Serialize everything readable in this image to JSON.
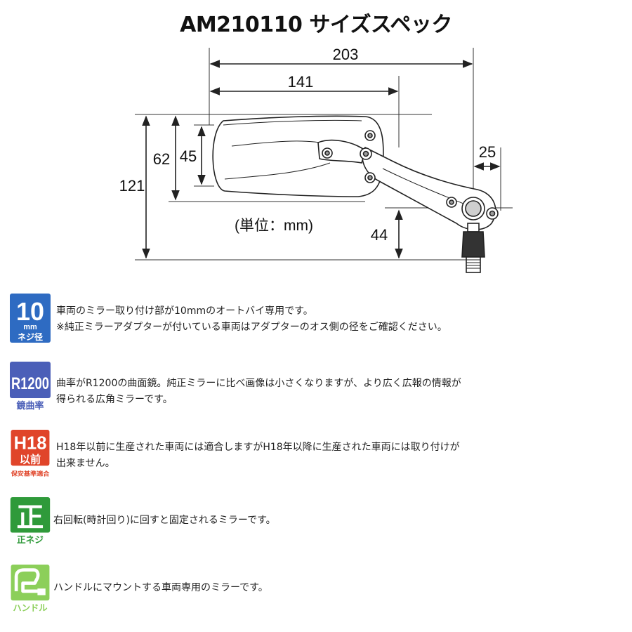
{
  "title": "AM210110 サイズスペック",
  "diagram": {
    "dimensions": {
      "overall_width": "203",
      "mirror_width": "141",
      "overall_height": "121",
      "mirror_height": "62",
      "mirror_inner_height": "45",
      "mount_offset": "25",
      "mount_height": "44"
    },
    "unit_label": "(単位：mm)"
  },
  "features": [
    {
      "icon": "thread-10mm-icon",
      "badge_top": "10",
      "badge_mid": "mm",
      "badge_bottom": "ネジ径",
      "color": "#2e6bc2",
      "lines": [
        "車両のミラー取り付け部が10mmのオートバイ専用です。",
        "※純正ミラーアダプターが付いている車両はアダプターのオス側の径をご確認ください。"
      ]
    },
    {
      "icon": "curvature-r1200-icon",
      "badge_top": "R1200",
      "badge_bottom": "鏡曲率",
      "color": "#4b5fb8",
      "lines": [
        "曲率がR1200の曲面鏡。純正ミラーに比べ画像は小さくなりますが、より広く広報の情報が",
        "得られる広角ミラーです。"
      ]
    },
    {
      "icon": "h18-standard-icon",
      "badge_top": "H18",
      "badge_mid": "以前",
      "badge_bottom": "保安基準適合",
      "color": "#e0452a",
      "lines": [
        "H18年以前に生産された車両には適合しますがH18年以降に生産された車両には取り付けが",
        "出来ません。"
      ]
    },
    {
      "icon": "right-hand-thread-icon",
      "badge_top": "正",
      "badge_bottom": "正ネジ",
      "color": "#2f9a3a",
      "lines": [
        "右回転(時計回り)に回すと固定されるミラーです。"
      ]
    },
    {
      "icon": "handlebar-mount-icon",
      "badge_bottom": "ハンドル",
      "color": "#8ccf5a",
      "lines": [
        "ハンドルにマウントする車両専用のミラーです。"
      ]
    }
  ]
}
